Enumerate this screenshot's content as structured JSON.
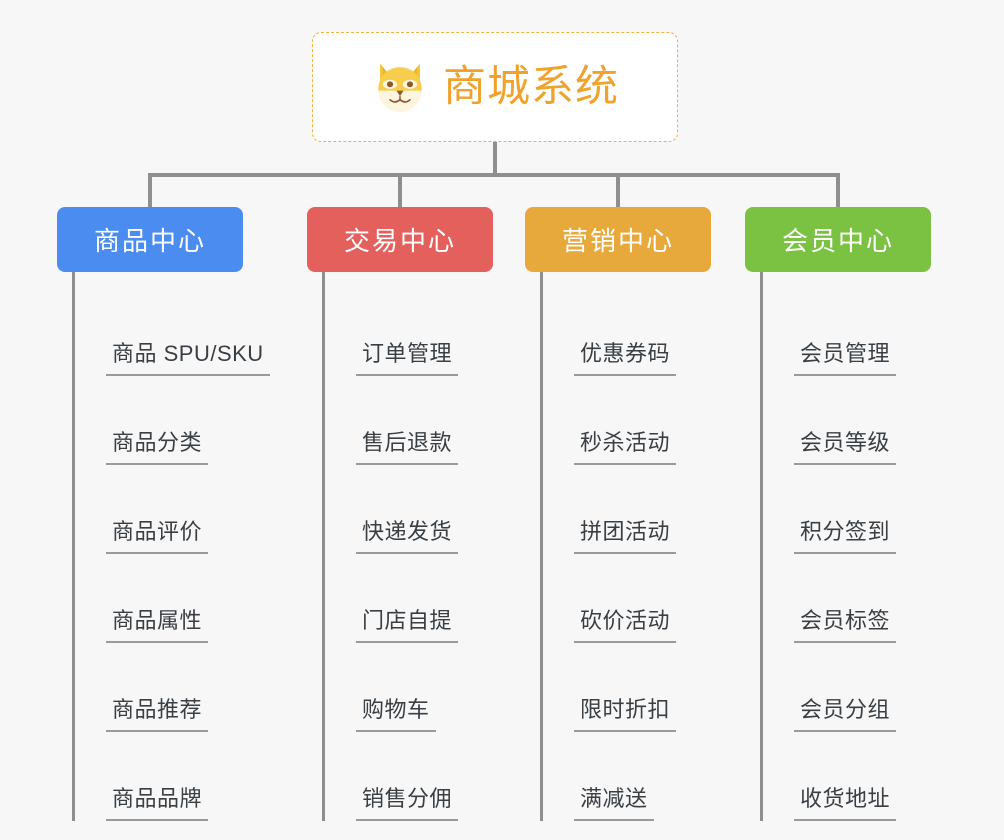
{
  "root": {
    "title": "商城系统",
    "icon": "shiba-inu-icon",
    "border_color": "#efb337",
    "text_color": "#efa22c",
    "background": "#ffffff"
  },
  "canvas": {
    "background": "#f7f7f7",
    "connector_color": "#8f8f8f",
    "leaf_underline_color": "#9a9a9a",
    "leaf_text_color": "#3a3f44"
  },
  "categories": [
    {
      "label": "商品中心",
      "color": "#4a8cf0",
      "color_name": "blue",
      "items": [
        "商品 SPU/SKU",
        "商品分类",
        "商品评价",
        "商品属性",
        "商品推荐",
        "商品品牌"
      ]
    },
    {
      "label": "交易中心",
      "color": "#e4605d",
      "color_name": "red",
      "items": [
        "订单管理",
        "售后退款",
        "快递发货",
        "门店自提",
        "购物车",
        "销售分佣"
      ]
    },
    {
      "label": "营销中心",
      "color": "#e8a93c",
      "color_name": "orange",
      "items": [
        "优惠券码",
        "秒杀活动",
        "拼团活动",
        "砍价活动",
        "限时折扣",
        "满减送"
      ]
    },
    {
      "label": "会员中心",
      "color": "#7cc242",
      "color_name": "green",
      "items": [
        "会员管理",
        "会员等级",
        "积分签到",
        "会员标签",
        "会员分组",
        "收货地址"
      ]
    }
  ]
}
